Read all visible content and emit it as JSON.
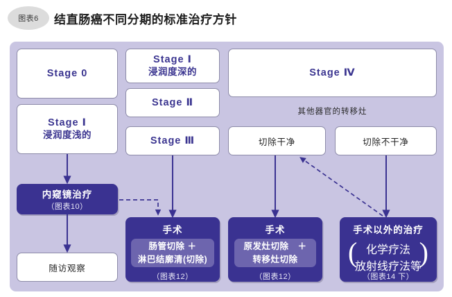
{
  "header": {
    "figure_badge": "图表6",
    "title": "结直肠癌不同分期的标准治疗方针"
  },
  "colors": {
    "panel_bg": "#c9c5e2",
    "dark_box": "#3a3291",
    "inner_box": "#6d65ae",
    "stage_text": "#3b3590",
    "arrow": "#3a3291",
    "badge_bg": "#dcdcdc"
  },
  "stages": {
    "stage0": {
      "label": "Stage 0"
    },
    "stage1_shallow": {
      "label": "Stage Ⅰ",
      "note": "浸润度浅的"
    },
    "stage1_deep": {
      "label": "Stage Ⅰ",
      "note": "浸润度深的"
    },
    "stage2": {
      "label": "Stage Ⅱ"
    },
    "stage3": {
      "label": "Stage Ⅲ"
    },
    "stage4": {
      "label": "Stage Ⅳ"
    }
  },
  "stage4_section": {
    "caption": "其他器官的转移灶",
    "resectable": "切除干净",
    "unresectable": "切除不干净"
  },
  "treatments": {
    "endoscopy": {
      "title": "内窥镜治疗",
      "ref": "（图表10）"
    },
    "followup": {
      "label": "随访观察"
    },
    "surgery_local": {
      "title": "手术",
      "line1": "肠管切除 ＋",
      "line2": "淋巴结廓清(切除)",
      "ref": "（图表12）"
    },
    "surgery_meta": {
      "title": "手术",
      "line1": "原发灶切除　＋",
      "line2": "转移灶切除",
      "ref": "（图表12）"
    },
    "nonsurgical": {
      "title": "手术以外的治疗",
      "line1": "化学疗法",
      "line2": "放射线疗法等",
      "ref": "（图表14 下）",
      "paren_left": "(",
      "paren_right": ")"
    }
  }
}
